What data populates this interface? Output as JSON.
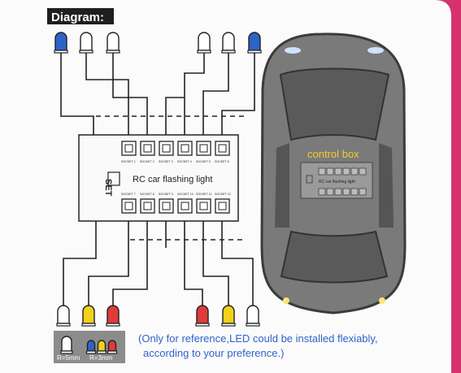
{
  "header": {
    "title": "Diagram:"
  },
  "control_box": {
    "title": "RC car flashing light",
    "logo": "SET",
    "sockets_top": [
      "SOCKET 1",
      "SOCKET 2",
      "SOCKET 3",
      "SOCKET 4",
      "SOCKET 5",
      "SOCKET 6"
    ],
    "sockets_bottom": [
      "SOCKET 7",
      "SOCKET 8",
      "SOCKET 9",
      "SOCKET 10",
      "SOCKET 11",
      "SOCKET 12"
    ]
  },
  "car": {
    "label": "control box",
    "mini_title": "RC car flashing light"
  },
  "leds_top": [
    {
      "color": "#2f63c8"
    },
    {
      "color": "#ffffff"
    },
    {
      "color": "#ffffff"
    },
    {
      "color": "#ffffff"
    },
    {
      "color": "#ffffff"
    },
    {
      "color": "#2f63c8"
    }
  ],
  "leds_bottom": [
    {
      "color": "#ffffff"
    },
    {
      "color": "#f2d21a"
    },
    {
      "color": "#e03a3a"
    },
    {
      "color": "#e03a3a"
    },
    {
      "color": "#f2d21a"
    },
    {
      "color": "#ffffff"
    }
  ],
  "legend": {
    "size_5mm": "R=5mm",
    "size_3mm": "R=3mm",
    "colors": [
      "#ffffff",
      "#2f63c8",
      "#f2d21a",
      "#e03a3a"
    ]
  },
  "note": {
    "line1": "(Only for reference,LED could be installed flexiably,",
    "line2": "according to your preference.)"
  }
}
